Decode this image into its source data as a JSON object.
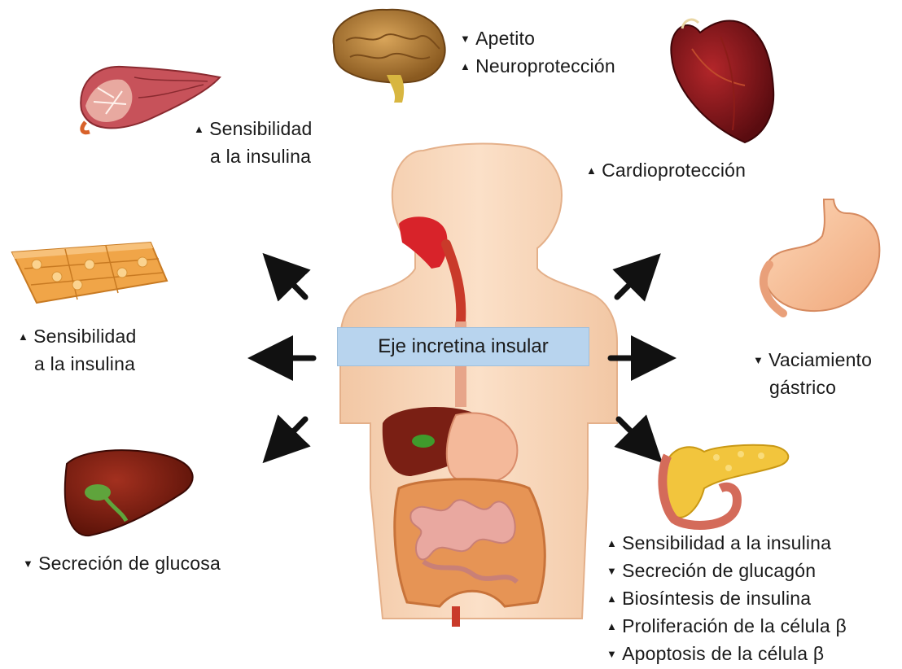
{
  "center": {
    "label": "Eje incretina insular"
  },
  "organs": {
    "brain": {
      "lines": [
        {
          "dir": "down",
          "text": "Apetito"
        },
        {
          "dir": "up",
          "text": "Neuroprotección"
        }
      ]
    },
    "muscle": {
      "lines": [
        {
          "dir": "up",
          "text": "Sensibilidad"
        },
        {
          "dir": "",
          "text": "a la insulina"
        }
      ]
    },
    "heart": {
      "lines": [
        {
          "dir": "up",
          "text": "Cardioprotección"
        }
      ]
    },
    "adipose": {
      "lines": [
        {
          "dir": "up",
          "text": "Sensibilidad"
        },
        {
          "dir": "",
          "text": "a la insulina"
        }
      ]
    },
    "stomach": {
      "lines": [
        {
          "dir": "down",
          "text": "Vaciamiento"
        },
        {
          "dir": "",
          "text": "gástrico"
        }
      ]
    },
    "liver": {
      "lines": [
        {
          "dir": "down",
          "text": "Secreción de glucosa"
        }
      ]
    },
    "pancreas": {
      "lines": [
        {
          "dir": "up",
          "text": "Sensibilidad a la insulina"
        },
        {
          "dir": "down",
          "text": "Secreción de glucagón"
        },
        {
          "dir": "up",
          "text": "Biosíntesis de insulina"
        },
        {
          "dir": "up",
          "text": "Proliferación de la célula β"
        },
        {
          "dir": "down",
          "text": "Apoptosis de la célula β"
        }
      ]
    }
  },
  "icons": [
    "brain-icon",
    "muscle-icon",
    "heart-icon",
    "adipose-tissue-icon",
    "stomach-icon",
    "liver-icon",
    "pancreas-icon",
    "human-body-icon"
  ],
  "colors": {
    "label_bg": "#b8d4ee",
    "skin": "#f6d2b3",
    "arrow": "#111111"
  }
}
